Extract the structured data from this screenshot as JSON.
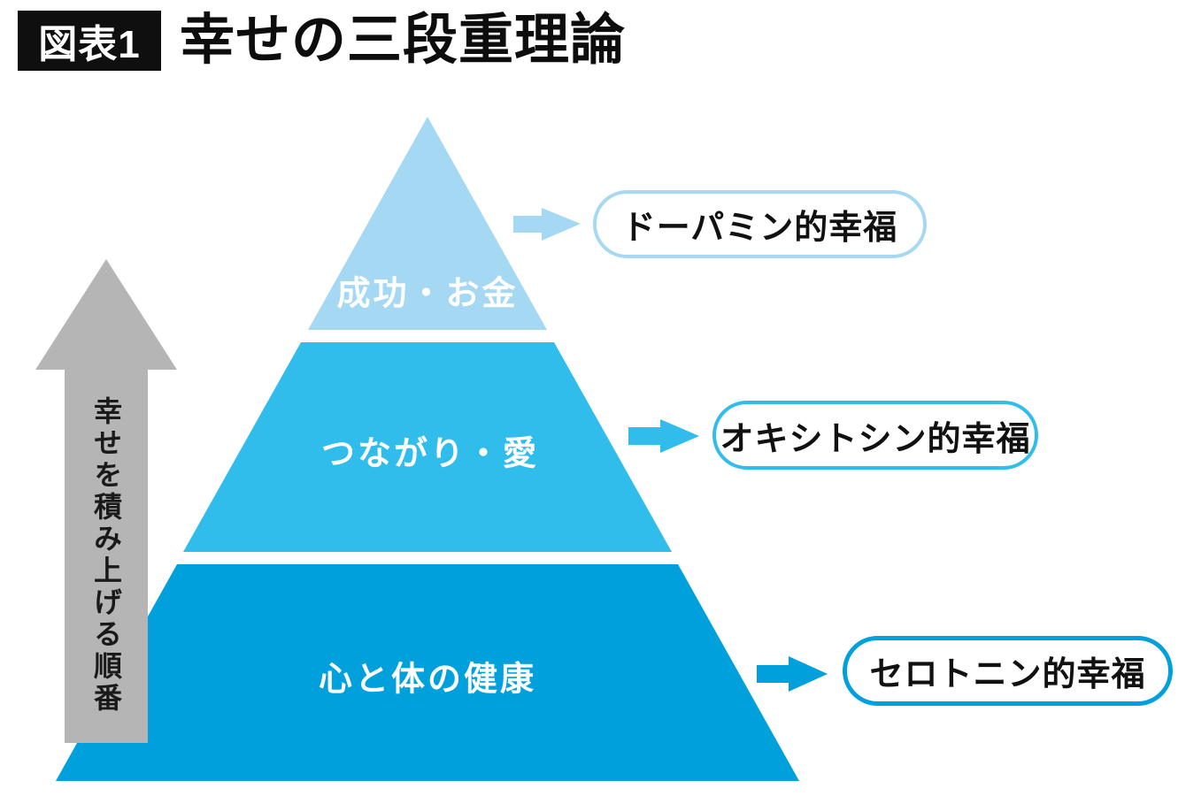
{
  "figure": {
    "tag_label": "図表1",
    "title": "幸せの三段重理論"
  },
  "side_arrow": {
    "label": "幸せを積み上げる順番"
  },
  "pyramid": {
    "tiers": [
      {
        "position": "top",
        "label": "成功・お金",
        "annotation": "ドーパミン的幸福",
        "color": "#a5d8f2"
      },
      {
        "position": "middle",
        "label": "つながり・愛",
        "annotation": "オキシトシン的幸福",
        "color": "#31bdec"
      },
      {
        "position": "bottom",
        "label": "心と体の健康",
        "annotation": "セロトニン的幸福",
        "color": "#00a0dc"
      }
    ]
  },
  "colors": {
    "tier_top": "#a5d8f2",
    "tier_middle": "#31bdec",
    "tier_bottom": "#00a0dc",
    "gray_arrow": "#b5b5b5",
    "tag_background": "#0f0f0f",
    "tier_text": "#ffffff",
    "annotation_text": "#111111",
    "background": "#ffffff"
  }
}
